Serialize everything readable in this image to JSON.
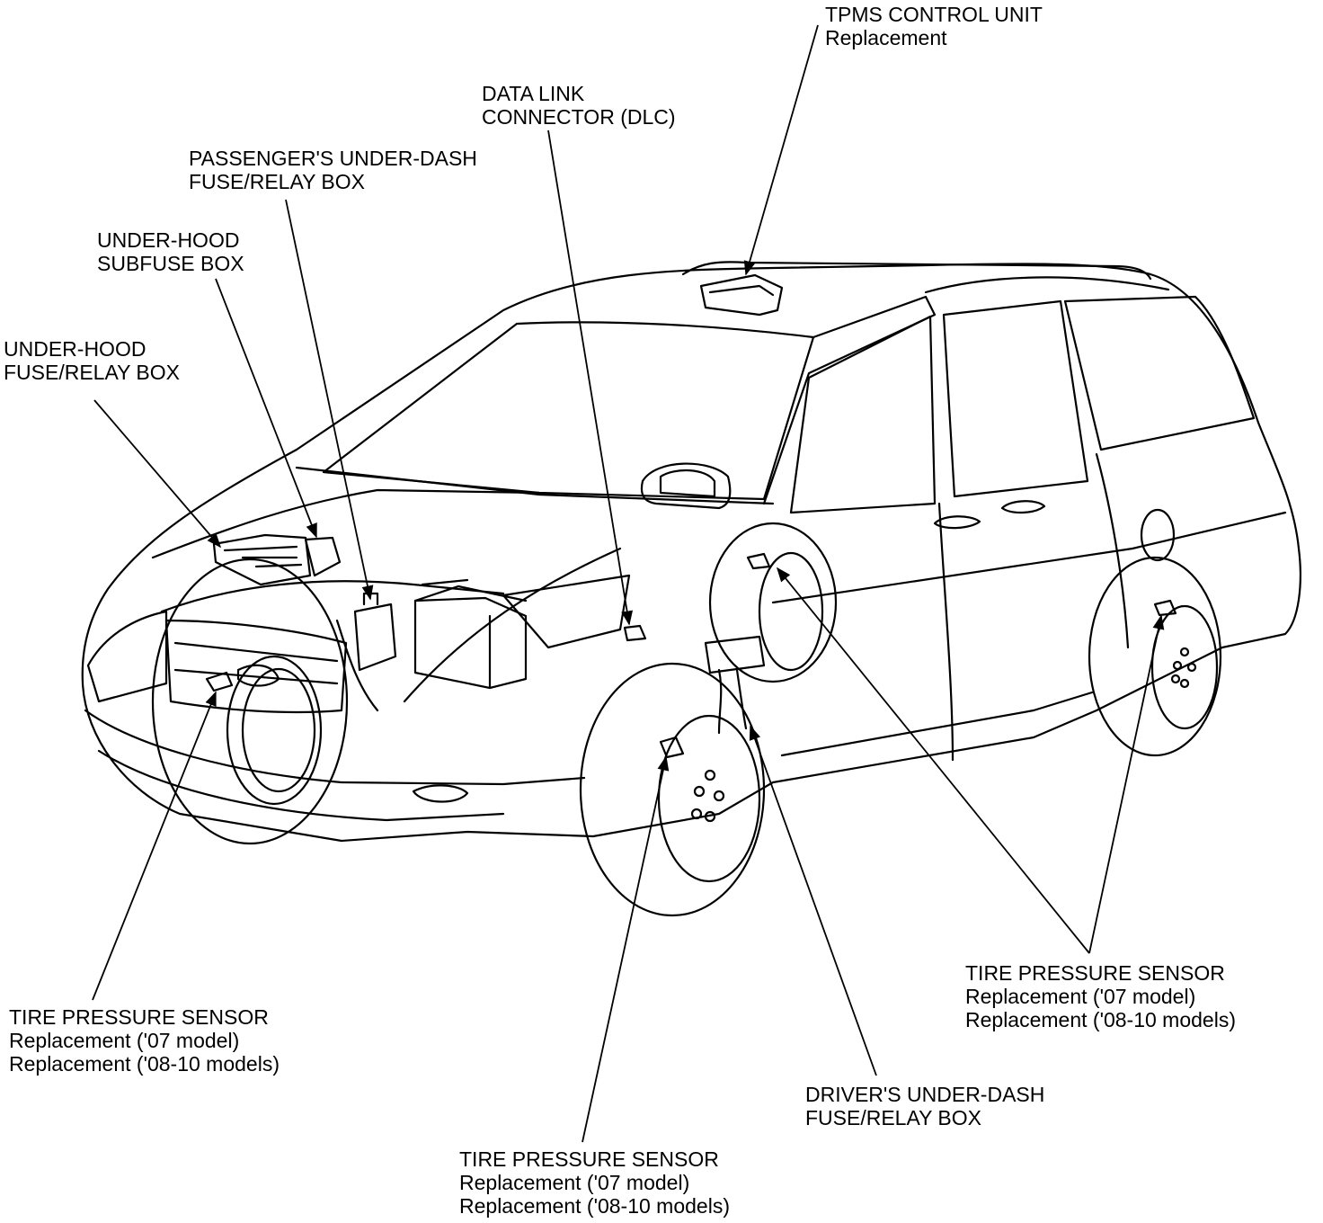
{
  "labels": {
    "tpms_unit": {
      "line1": "TPMS CONTROL UNIT",
      "link1": "Replacement"
    },
    "dlc": {
      "line1": "DATA LINK",
      "line2": "CONNECTOR (DLC)"
    },
    "passenger_fuse": {
      "line1": "PASSENGER'S UNDER-DASH",
      "line2": "FUSE/RELAY BOX"
    },
    "subfuse": {
      "line1": "UNDER-HOOD",
      "line2": "SUBFUSE BOX"
    },
    "underhood_fuse": {
      "line1": "UNDER-HOOD",
      "line2": "FUSE/RELAY BOX"
    },
    "sensor_front_left": {
      "line1": "TIRE PRESSURE SENSOR",
      "link1": "Replacement ('07 model)",
      "link2": "Replacement ('08-10 models)"
    },
    "sensor_front_right": {
      "line1": "TIRE PRESSURE SENSOR",
      "link1": "Replacement ('07 model)",
      "link2": "Replacement ('08-10 models)"
    },
    "sensor_rear": {
      "line1": "TIRE PRESSURE SENSOR",
      "link1": "Replacement ('07 model)",
      "link2": "Replacement ('08-10 models)"
    },
    "driver_fuse": {
      "line1": "DRIVER'S UNDER-DASH",
      "line2": "FUSE/RELAY BOX"
    }
  },
  "colors": {
    "ink": "#000000",
    "paper": "#ffffff"
  }
}
